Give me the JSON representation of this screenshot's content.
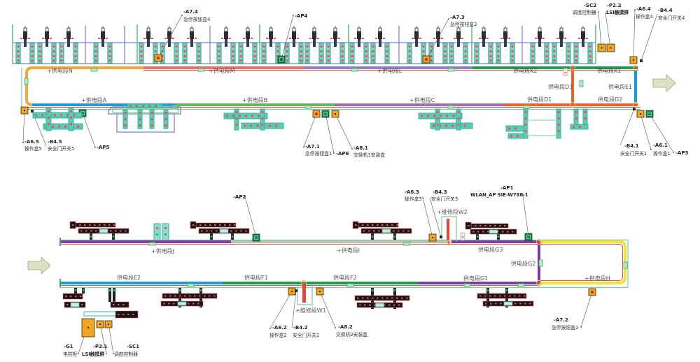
{
  "diagram": {
    "flow_arrow_icon": "right-arrow",
    "segments": {
      "N": {
        "label": "+供电段N",
        "color": "#f3a83a"
      },
      "M": {
        "label": "+供电段M",
        "color": "#e8705e"
      },
      "L": {
        "label": "+供电段L",
        "color": "#8e80c6"
      },
      "K2": {
        "label": "供电段K2",
        "color": "#1e9a4c"
      },
      "K1": {
        "label": "供电段K1",
        "color": "#1e9a4c"
      },
      "D3": {
        "label": "供电段D3",
        "color": "#ea6429"
      },
      "E1": {
        "label": "供电段E1",
        "color": "#1b9bd8"
      },
      "A": {
        "label": "+供电段A",
        "color": "#1b9bd8"
      },
      "B": {
        "label": "+供电段B",
        "color": "#5cb85a"
      },
      "C": {
        "label": "+供电段C",
        "color": "#9b70ae"
      },
      "D1": {
        "label": "供电段D1",
        "color": "#ea6429"
      },
      "D2": {
        "label": "供电段D2",
        "color": "#ea6429"
      },
      "J": {
        "label": "+供电段J",
        "color": "#7b3d9f"
      },
      "I": {
        "label": "+供电段I",
        "color": "#b3c5ad"
      },
      "G3": {
        "label": "供电段G3",
        "color": "#7b3d9f"
      },
      "G2": {
        "label": "供电段G2",
        "color": "#7b3d9f"
      },
      "H": {
        "label": "+供电段H",
        "color": "#f2e234"
      },
      "E2": {
        "label": "供电段E2",
        "color": "#1b9bd8"
      },
      "F1": {
        "label": "供电段F1",
        "color": "#1e9a4c"
      },
      "F2": {
        "label": "供电段F2",
        "color": "#1e9a4c"
      },
      "G1": {
        "label": "供电段G1",
        "color": "#7b3d9f"
      }
    },
    "maintenance_segments": {
      "W1": {
        "label": "+维修段W1"
      },
      "W2": {
        "label": "+维修段W2"
      }
    },
    "devices": {
      "A7_4": {
        "tag": "-A7.4",
        "desc": "急停按钮盒4"
      },
      "AP4": {
        "tag": "-AP4"
      },
      "A7_3": {
        "tag": "-A7.3",
        "desc": "急停按钮盒3"
      },
      "SC2": {
        "tag": "-SC2",
        "desc": "调度控制器"
      },
      "P2_2": {
        "tag": "-P2.2",
        "desc": "LSI触摸屏"
      },
      "A6_4": {
        "tag": "-A6.4",
        "desc": "操作盒4"
      },
      "B4_4": {
        "tag": "-B4.4",
        "desc": "安全门开关4"
      },
      "A6_5": {
        "tag": "-A6.5",
        "desc": "操作盒5"
      },
      "B4_5": {
        "tag": "-B4.5",
        "desc": "安全门开关5"
      },
      "AP5": {
        "tag": "-AP5"
      },
      "A7_1": {
        "tag": "-A7.1",
        "desc": "急停按钮盒1"
      },
      "AP6": {
        "tag": "-AP6"
      },
      "A8_1": {
        "tag": "-A8.1",
        "desc": "交换机1安装盒"
      },
      "B4_1": {
        "tag": "-B4.1",
        "desc": "安全门开关1"
      },
      "A6_1": {
        "tag": "-A6.1",
        "desc": "操作盒1"
      },
      "AP3": {
        "tag": "-AP3"
      },
      "AP2": {
        "tag": "-AP2"
      },
      "A6_3": {
        "tag": "-A6.3",
        "desc": "操作盒3"
      },
      "B4_3": {
        "tag": "-B4.3",
        "desc": "安全门开关3"
      },
      "AP1": {
        "tag": "-AP1",
        "desc": "WLAN_AP SIE-W788-1"
      },
      "A6_2": {
        "tag": "-A6.2",
        "desc": "操作盒2"
      },
      "B4_2": {
        "tag": "-B4.2",
        "desc": "安全门开关2"
      },
      "A8_2": {
        "tag": "-A8.2",
        "desc": "交换机2安装盒"
      },
      "A7_2": {
        "tag": "-A7.2",
        "desc": "急停按钮盒2"
      },
      "G1": {
        "tag": "-G1",
        "desc": "电控柜"
      },
      "P2_1": {
        "tag": "-P2.1",
        "desc": "LSI触摸屏"
      },
      "SC1": {
        "tag": "-SC1",
        "desc": "调度控制器"
      }
    },
    "colors": {
      "control_box": "#f0a622",
      "access_point": "#168c4c",
      "emergency_stop_dot": "#d8281e",
      "maintenance_bar": "#e8443a",
      "maintenance_outline": "#7fd0a0",
      "frame_blue": "#5a63c6",
      "station_teal": "#2fb59c",
      "station_red": "#e8525a",
      "machine_black": "#151515",
      "arrow_fill": "#dde2c5",
      "arrow_stroke": "#9aa37c"
    }
  }
}
